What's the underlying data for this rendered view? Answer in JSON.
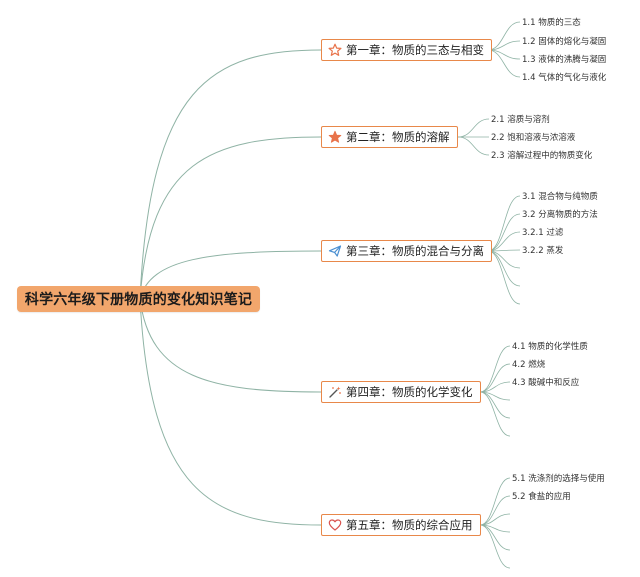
{
  "root": {
    "title": "科学六年级下册物质的变化知识笔记"
  },
  "chapters": [
    {
      "title": "第一章：物质的三态与相变",
      "icon": "star-outline-icon",
      "items": [
        "1.1 物质的三态",
        "1.2 固体的熔化与凝固",
        "1.3 液体的沸腾与凝固",
        "1.4 气体的气化与液化"
      ]
    },
    {
      "title": "第二章：物质的溶解",
      "icon": "star-filled-icon",
      "items": [
        "2.1 溶质与溶剂",
        "2.2 饱和溶液与浓溶液",
        "2.3 溶解过程中的物质变化"
      ]
    },
    {
      "title": "第三章：物质的混合与分离",
      "icon": "paper-plane-icon",
      "items": [
        "3.1 混合物与纯物质",
        "3.2 分离物质的方法",
        "3.2.1 过滤",
        "3.2.2 蒸发"
      ]
    },
    {
      "title": "第四章：物质的化学变化",
      "icon": "magic-wand-icon",
      "items": [
        "4.1 物质的化学性质",
        "4.2 燃烧",
        "4.3 酸碱中和反应"
      ]
    },
    {
      "title": "第五章：物质的综合应用",
      "icon": "heart-outline-icon",
      "items": [
        "5.1 洗涤剂的选择与使用",
        "5.2 食盐的应用"
      ]
    }
  ],
  "colors": {
    "root_fill": "#f2a66c",
    "chapter_border": "#e8884a",
    "connector_line": "#8fb3a5",
    "icon_accent": "#e8734a"
  }
}
